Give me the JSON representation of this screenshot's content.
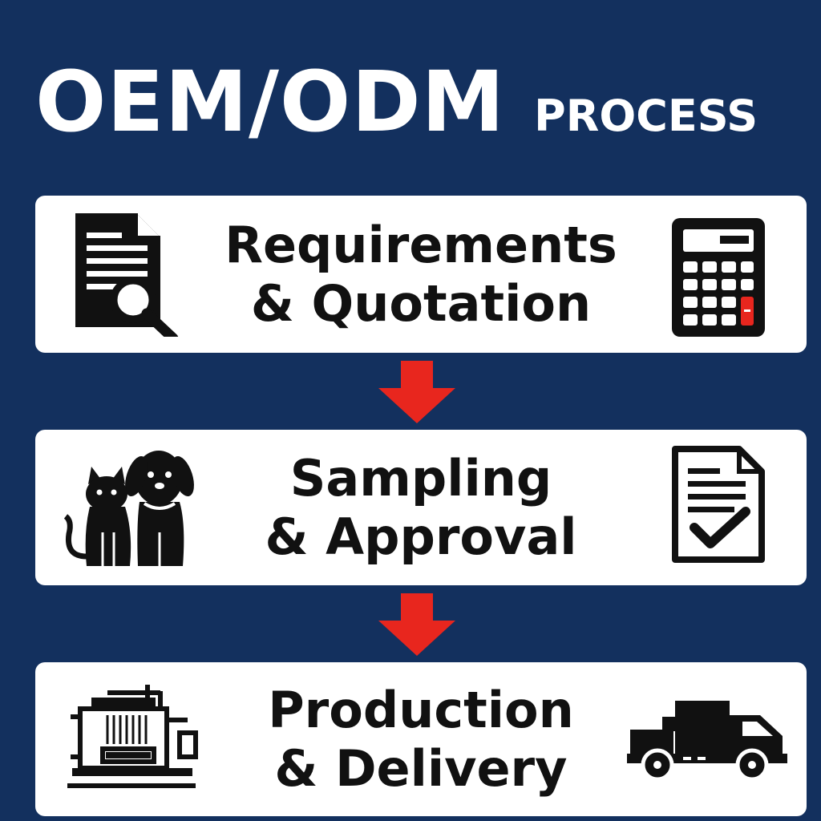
{
  "title": {
    "main": "OEM/ODM",
    "sub": "PROCESS"
  },
  "steps": [
    {
      "line1": "Requirements",
      "line2": "& Quotation",
      "left_icon": "document-search-icon",
      "right_icon": "calculator-icon"
    },
    {
      "line1": "Sampling",
      "line2": "& Approval",
      "left_icon": "cat-and-dog-icon",
      "right_icon": "checklist-document-icon"
    },
    {
      "line1": "Production",
      "line2": "& Delivery",
      "left_icon": "machine-icon",
      "right_icon": "delivery-truck-icon"
    }
  ],
  "colors": {
    "background": "#13305e",
    "card": "#ffffff",
    "arrow": "#e8261e",
    "icon": "#111111",
    "accent": "#e8261e"
  }
}
